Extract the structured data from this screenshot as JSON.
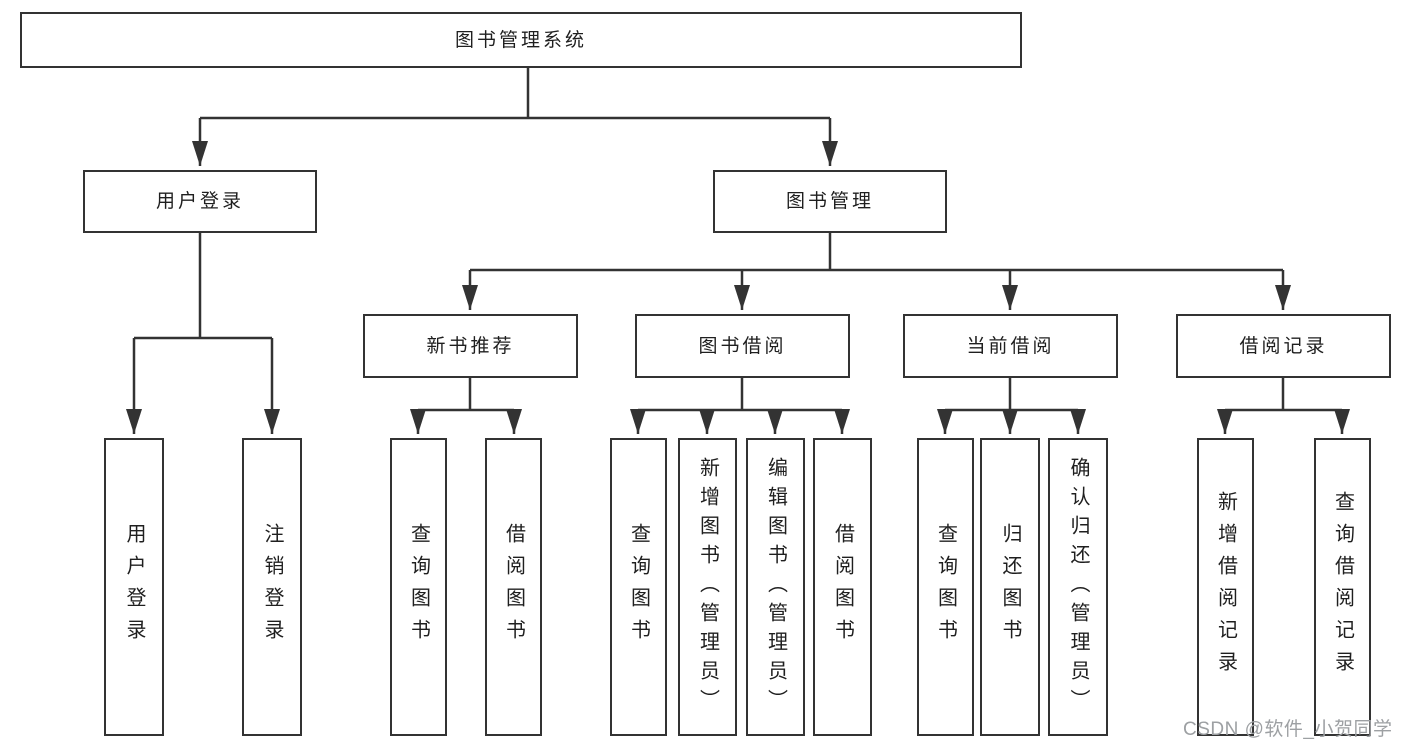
{
  "diagram": {
    "title": "图书管理系统",
    "watermark": "CSDN @软件_小贺同学",
    "colors": {
      "background": "#ffffff",
      "box_border": "#333333",
      "connector_line": "#333333",
      "text": "#1f1f1f",
      "watermark_text": "#9da0a3"
    },
    "nodes": {
      "root": {
        "label": "图书管理系统"
      },
      "user_login": {
        "label": "用户登录"
      },
      "book_mgmt": {
        "label": "图书管理"
      },
      "new_book_rec": {
        "label": "新书推荐"
      },
      "book_borrow": {
        "label": "图书借阅"
      },
      "current_borrow": {
        "label": "当前借阅"
      },
      "borrow_record": {
        "label": "借阅记录"
      },
      "ul_login": {
        "label": "用户登录"
      },
      "ul_logout": {
        "label": "注销登录"
      },
      "rec_query": {
        "label": "查询图书"
      },
      "rec_borrow": {
        "label": "借阅图书"
      },
      "bb_query": {
        "label": "查询图书"
      },
      "bb_add": {
        "label": "新增图书（管理员）"
      },
      "bb_edit": {
        "label": "编辑图书（管理员）"
      },
      "bb_borrow": {
        "label": "借阅图书"
      },
      "cb_query": {
        "label": "查询图书"
      },
      "cb_return": {
        "label": "归还图书"
      },
      "cb_confirm": {
        "label": "确认归还（管理员）"
      },
      "br_add": {
        "label": "新增借阅记录"
      },
      "br_query": {
        "label": "查询借阅记录"
      }
    },
    "hierarchy": [
      {
        "parent": "图书管理系统",
        "children": [
          "用户登录",
          "图书管理"
        ]
      },
      {
        "parent": "用户登录",
        "children": [
          "用户登录",
          "注销登录"
        ]
      },
      {
        "parent": "图书管理",
        "children": [
          "新书推荐",
          "图书借阅",
          "当前借阅",
          "借阅记录"
        ]
      },
      {
        "parent": "新书推荐",
        "children": [
          "查询图书",
          "借阅图书"
        ]
      },
      {
        "parent": "图书借阅",
        "children": [
          "查询图书",
          "新增图书（管理员）",
          "编辑图书（管理员）",
          "借阅图书"
        ]
      },
      {
        "parent": "当前借阅",
        "children": [
          "查询图书",
          "归还图书",
          "确认归还（管理员）"
        ]
      },
      {
        "parent": "借阅记录",
        "children": [
          "新增借阅记录",
          "查询借阅记录"
        ]
      }
    ]
  }
}
